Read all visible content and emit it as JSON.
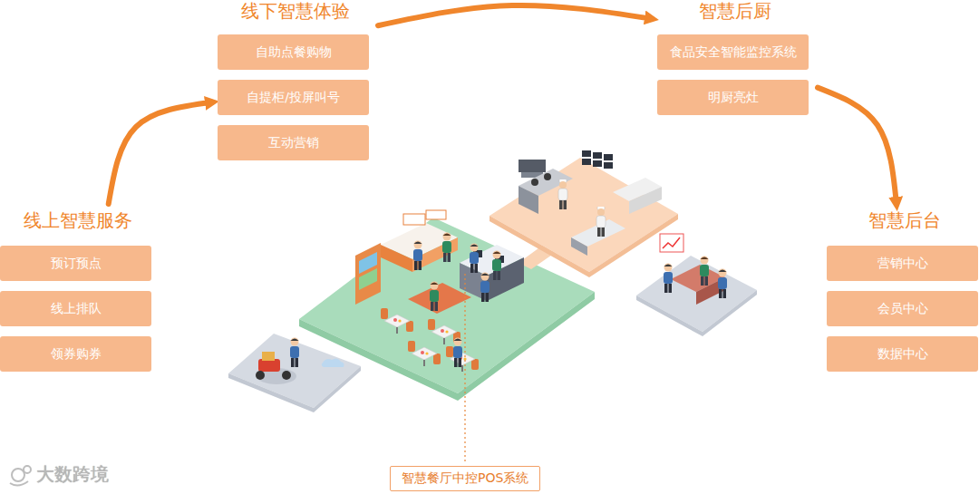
{
  "diagram": {
    "nodes": [
      {
        "text": [
          "线上智慧服务"
        ]
      },
      {
        "text": [
          "预订预点"
        ],
        "in": 0
      },
      {
        "text": [
          "线上排队"
        ],
        "in": 0
      },
      {
        "text": [
          "领券购券"
        ],
        "in": 0
      },
      {
        "text": [
          "线下智慧体验"
        ]
      },
      {
        "text": [
          "自助点餐购物"
        ],
        "in": 4
      },
      {
        "text": [
          "自提柜/投屏叫号"
        ],
        "in": 4
      },
      {
        "text": [
          "互动营销"
        ],
        "in": 4
      },
      {
        "text": [
          "智慧后厨"
        ]
      },
      {
        "text": [
          "食品安全智能监控系统"
        ],
        "in": 8
      },
      {
        "text": [
          "明厨亮灶"
        ],
        "in": 8
      },
      {
        "text": [
          "智慧后台"
        ]
      },
      {
        "text": [
          "营销中心"
        ],
        "in": 11
      },
      {
        "text": [
          "会员中心"
        ],
        "in": 11
      },
      {
        "text": [
          "数据中心"
        ],
        "in": 11
      },
      {
        "text": [
          "智慧餐厅中控POS系统"
        ]
      }
    ],
    "edges": [
      {
        "from": 0,
        "to": 4,
        "arrow": "to"
      },
      {
        "from": 4,
        "to": 8,
        "arrow": "to"
      },
      {
        "from": 8,
        "to": 11,
        "arrow": "to"
      }
    ],
    "labels": [
      "大数跨境"
    ]
  }
}
